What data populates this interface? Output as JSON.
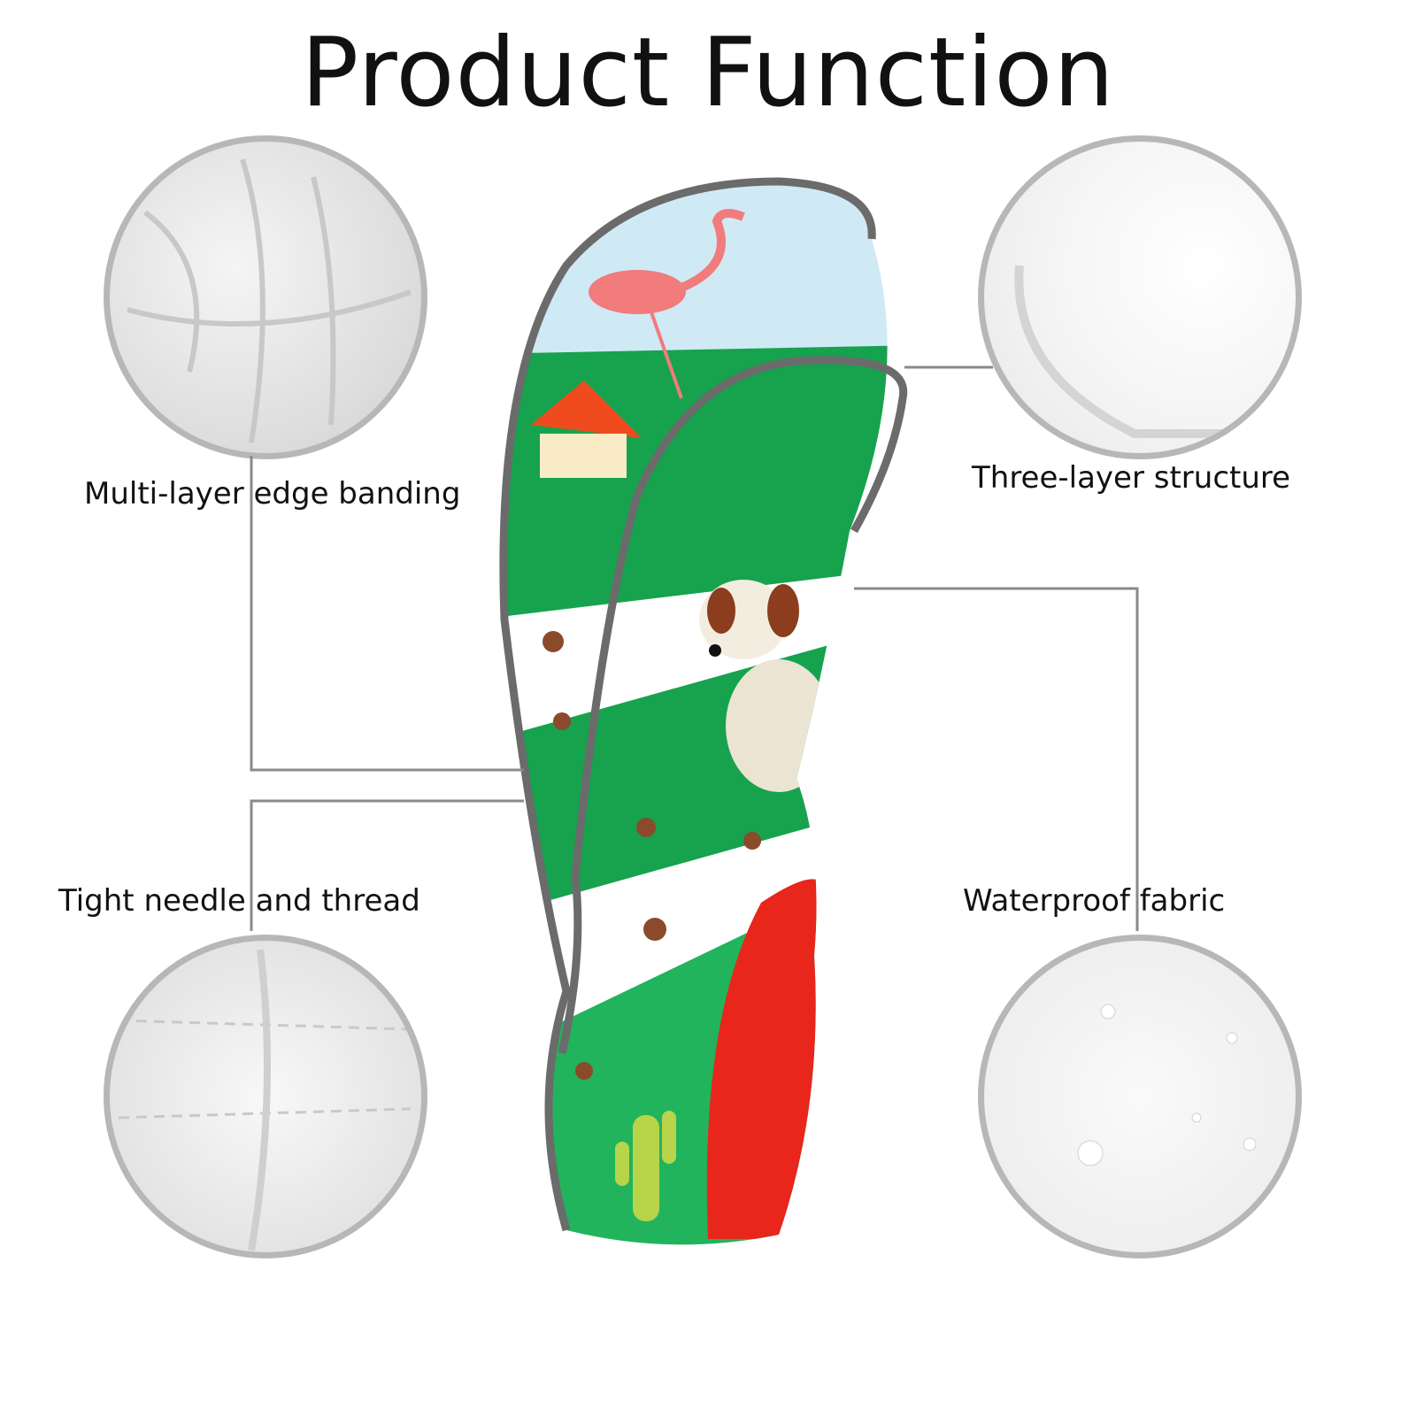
{
  "title": "Product Function",
  "features": {
    "top_left": "Multi-layer edge banding",
    "top_right": "Three-layer structure",
    "bottom_left": "Tight needle and thread",
    "bottom_right": "Waterproof fabric"
  },
  "colors": {
    "callout_line": "#8a8a8a",
    "circle_border": "#b7b7b7",
    "cover_green": "#17a24e",
    "cover_sky": "#cfeaf5",
    "cover_red": "#e8261c",
    "trim": "#6b6b6b"
  }
}
